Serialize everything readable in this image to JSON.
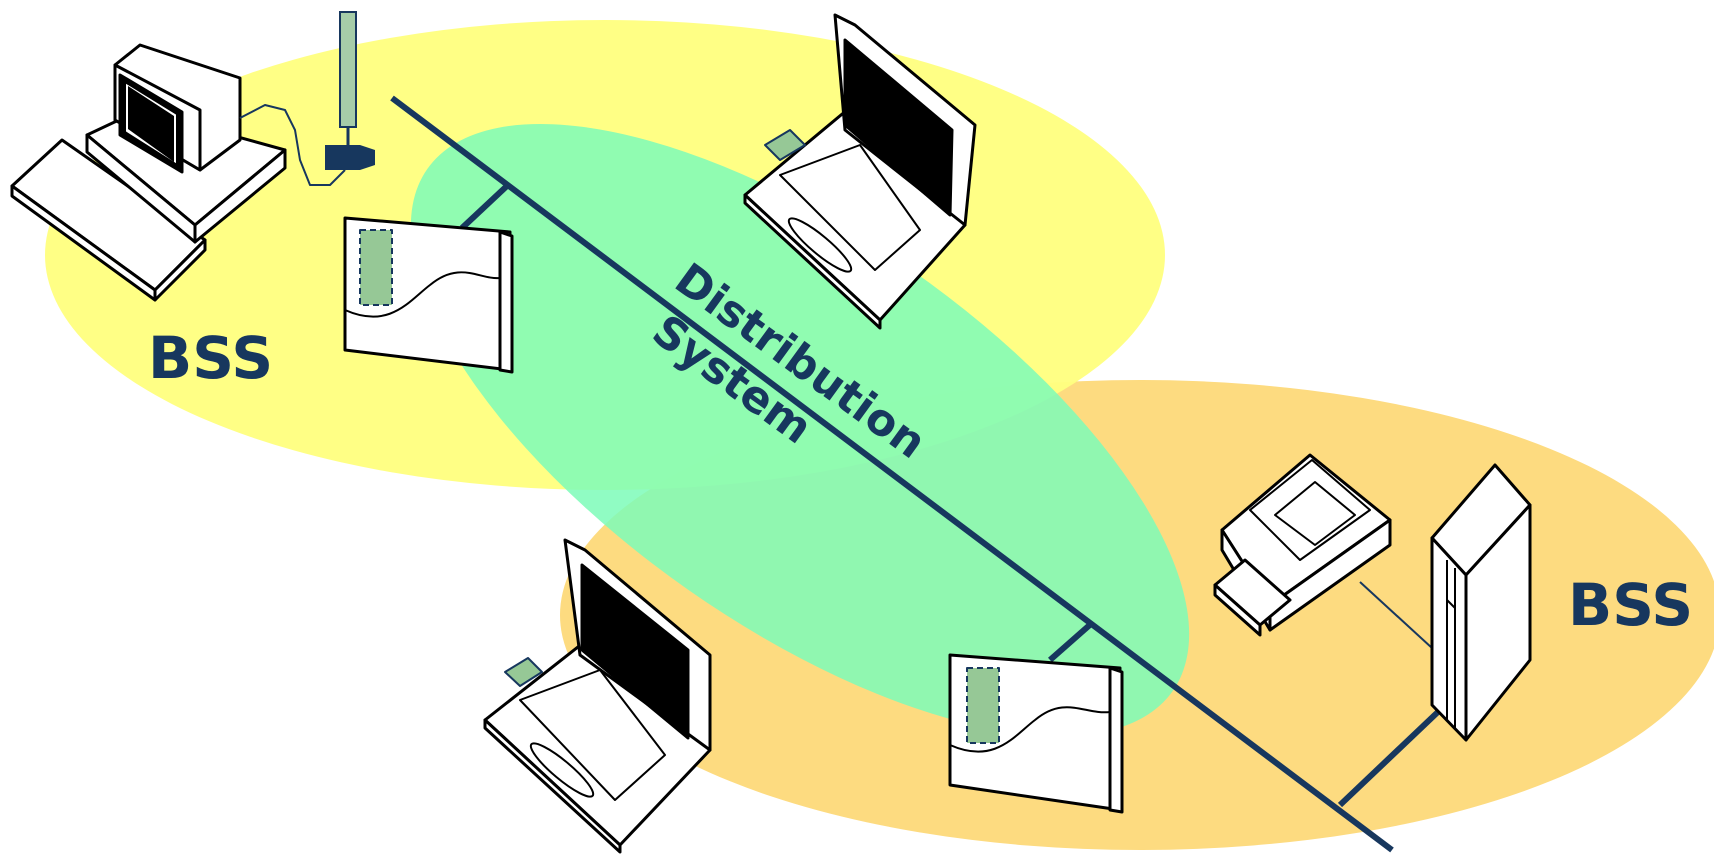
{
  "labels": {
    "bss_top": "BSS",
    "bss_bottom": "BSS",
    "distribution_line1": "Distribution",
    "distribution_line2": "System"
  },
  "colors": {
    "bss_top_fill": "#ffff80",
    "bss_bottom_fill": "#fddb80",
    "distribution_fill": "#7dfcb9",
    "backbone": "#17375e",
    "device_stroke": "#000000",
    "antenna": "#a6cda9",
    "card": "#96c896",
    "screen": "#000000"
  },
  "icons": {
    "desktop": "desktop-computer-icon",
    "antenna": "antenna-icon",
    "access_point": "access-point-icon",
    "laptop": "laptop-icon",
    "printer": "printer-icon",
    "server": "server-tower-icon"
  }
}
